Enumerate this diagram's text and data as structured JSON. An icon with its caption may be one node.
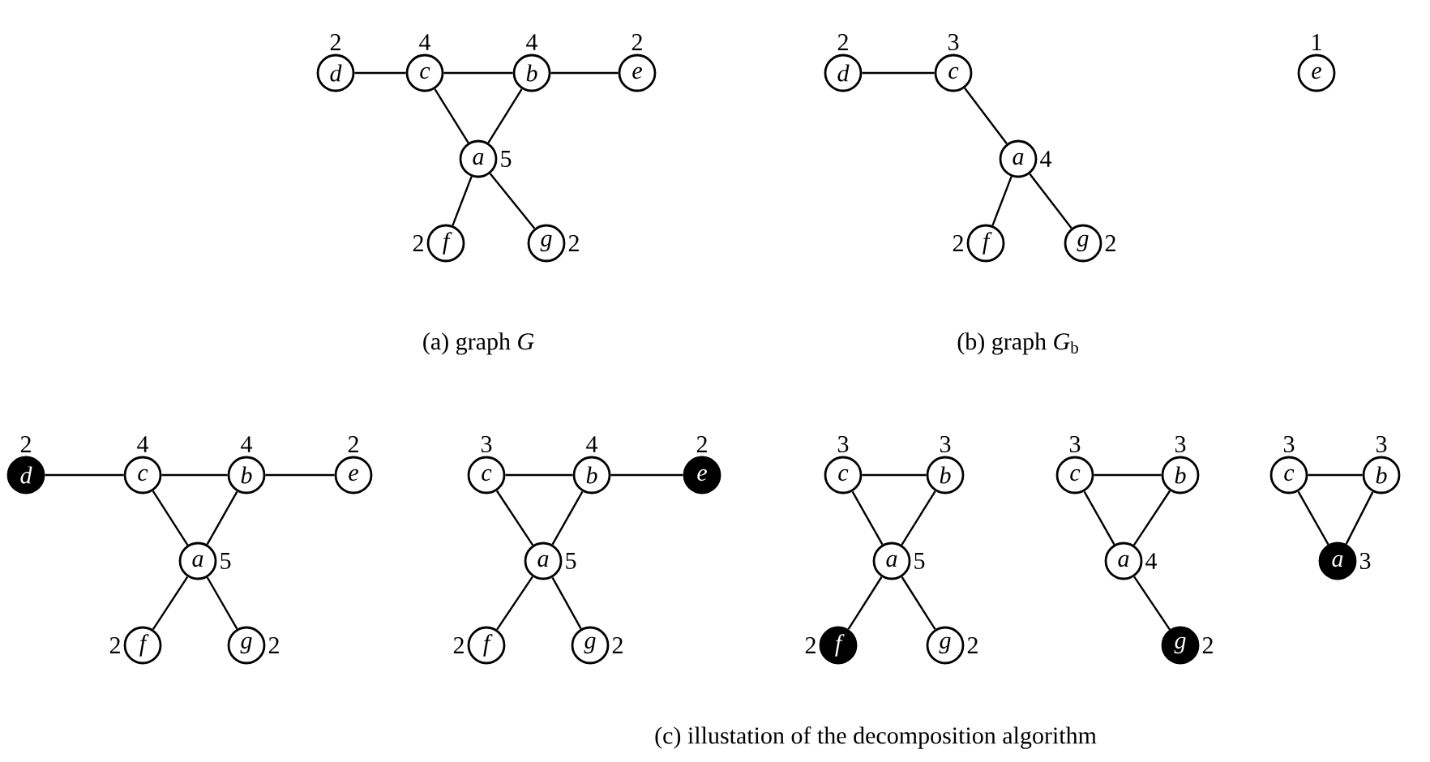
{
  "diagram": {
    "nodes": [
      {
        "text": [
          "d"
        ],
        "beside": [
          "2"
        ]
      },
      {
        "text": [
          "c"
        ],
        "beside": [
          "4"
        ]
      },
      {
        "text": [
          "b"
        ],
        "beside": [
          "4"
        ]
      },
      {
        "text": [
          "e"
        ],
        "beside": [
          "2"
        ]
      },
      {
        "text": [
          "a"
        ],
        "beside": [
          "5"
        ]
      },
      {
        "text": [
          "f"
        ],
        "beside": [
          "2"
        ]
      },
      {
        "text": [
          "g"
        ],
        "beside": [
          "2"
        ]
      },
      {
        "text": [
          "d"
        ],
        "beside": [
          "2"
        ]
      },
      {
        "text": [
          "c"
        ],
        "beside": [
          "3"
        ]
      },
      {
        "text": [
          "e"
        ],
        "beside": [
          "1"
        ]
      },
      {
        "text": [
          "a"
        ],
        "beside": [
          "4"
        ]
      },
      {
        "text": [
          "f"
        ],
        "beside": [
          "2"
        ]
      },
      {
        "text": [
          "g"
        ],
        "beside": [
          "2"
        ]
      },
      {
        "text": [
          "d"
        ],
        "beside": [
          "2"
        ]
      },
      {
        "text": [
          "c"
        ],
        "beside": [
          "4"
        ]
      },
      {
        "text": [
          "b"
        ],
        "beside": [
          "4"
        ]
      },
      {
        "text": [
          "e"
        ],
        "beside": [
          "2"
        ]
      },
      {
        "text": [
          "a"
        ],
        "beside": [
          "5"
        ]
      },
      {
        "text": [
          "f"
        ],
        "beside": [
          "2"
        ]
      },
      {
        "text": [
          "g"
        ],
        "beside": [
          "2"
        ]
      },
      {
        "text": [
          "c"
        ],
        "beside": [
          "3"
        ]
      },
      {
        "text": [
          "b"
        ],
        "beside": [
          "4"
        ]
      },
      {
        "text": [
          "e"
        ],
        "beside": [
          "2"
        ]
      },
      {
        "text": [
          "a"
        ],
        "beside": [
          "5"
        ]
      },
      {
        "text": [
          "f"
        ],
        "beside": [
          "2"
        ]
      },
      {
        "text": [
          "g"
        ],
        "beside": [
          "2"
        ]
      },
      {
        "text": [
          "c"
        ],
        "beside": [
          "3"
        ]
      },
      {
        "text": [
          "b"
        ],
        "beside": [
          "3"
        ]
      },
      {
        "text": [
          "a"
        ],
        "beside": [
          "5"
        ]
      },
      {
        "text": [
          "f"
        ],
        "beside": [
          "2"
        ]
      },
      {
        "text": [
          "g"
        ],
        "beside": [
          "2"
        ]
      },
      {
        "text": [
          "c"
        ],
        "beside": [
          "3"
        ]
      },
      {
        "text": [
          "b"
        ],
        "beside": [
          "3"
        ]
      },
      {
        "text": [
          "a"
        ],
        "beside": [
          "4"
        ]
      },
      {
        "text": [
          "g"
        ],
        "beside": [
          "2"
        ]
      },
      {
        "text": [
          "c"
        ],
        "beside": [
          "3"
        ]
      },
      {
        "text": [
          "b"
        ],
        "beside": [
          "3"
        ]
      },
      {
        "text": [
          "a"
        ],
        "beside": [
          "3"
        ]
      }
    ],
    "edges": [
      {
        "from": 0,
        "to": 1,
        "arrow": "none"
      },
      {
        "from": 1,
        "to": 2,
        "arrow": "none"
      },
      {
        "from": 2,
        "to": 3,
        "arrow": "none"
      },
      {
        "from": 1,
        "to": 4,
        "arrow": "none"
      },
      {
        "from": 2,
        "to": 4,
        "arrow": "none"
      },
      {
        "from": 4,
        "to": 5,
        "arrow": "none"
      },
      {
        "from": 4,
        "to": 6,
        "arrow": "none"
      },
      {
        "from": 7,
        "to": 8,
        "arrow": "none"
      },
      {
        "from": 8,
        "to": 10,
        "arrow": "none"
      },
      {
        "from": 10,
        "to": 11,
        "arrow": "none"
      },
      {
        "from": 10,
        "to": 12,
        "arrow": "none"
      },
      {
        "from": 13,
        "to": 14,
        "arrow": "none"
      },
      {
        "from": 14,
        "to": 15,
        "arrow": "none"
      },
      {
        "from": 15,
        "to": 16,
        "arrow": "none"
      },
      {
        "from": 14,
        "to": 17,
        "arrow": "none"
      },
      {
        "from": 15,
        "to": 17,
        "arrow": "none"
      },
      {
        "from": 17,
        "to": 18,
        "arrow": "none"
      },
      {
        "from": 17,
        "to": 19,
        "arrow": "none"
      },
      {
        "from": 20,
        "to": 21,
        "arrow": "none"
      },
      {
        "from": 21,
        "to": 22,
        "arrow": "none"
      },
      {
        "from": 20,
        "to": 23,
        "arrow": "none"
      },
      {
        "from": 21,
        "to": 23,
        "arrow": "none"
      },
      {
        "from": 23,
        "to": 24,
        "arrow": "none"
      },
      {
        "from": 23,
        "to": 25,
        "arrow": "none"
      },
      {
        "from": 26,
        "to": 27,
        "arrow": "none"
      },
      {
        "from": 26,
        "to": 28,
        "arrow": "none"
      },
      {
        "from": 27,
        "to": 28,
        "arrow": "none"
      },
      {
        "from": 28,
        "to": 29,
        "arrow": "none"
      },
      {
        "from": 28,
        "to": 30,
        "arrow": "none"
      },
      {
        "from": 31,
        "to": 32,
        "arrow": "none"
      },
      {
        "from": 31,
        "to": 33,
        "arrow": "none"
      },
      {
        "from": 32,
        "to": 33,
        "arrow": "none"
      },
      {
        "from": 33,
        "to": 34,
        "arrow": "none"
      },
      {
        "from": 35,
        "to": 36,
        "arrow": "none"
      },
      {
        "from": 35,
        "to": 37,
        "arrow": "none"
      },
      {
        "from": 36,
        "to": 37,
        "arrow": "none"
      }
    ],
    "labels": [
      "(a) graph *G*",
      "(b) graph *G*$_{b}$",
      "(c) illustation of the decomposition algorithm"
    ]
  }
}
